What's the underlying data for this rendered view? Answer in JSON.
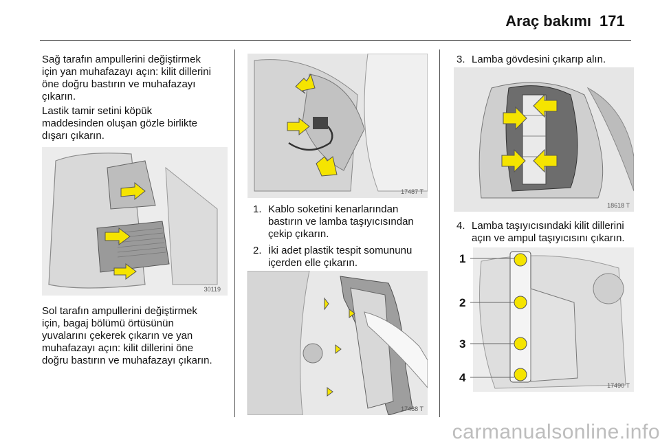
{
  "header": {
    "title": "Araç bakımı",
    "page_number": "171"
  },
  "col1": {
    "para1": [
      "Sağ tarafın ampullerini değiştirmek",
      "için yan muhafazayı açın: kilit dillerini",
      "öne doğru bastırın ve muhafazayı",
      "çıkarın."
    ],
    "para2": [
      "Lastik tamir setini köpük",
      "maddesinden oluşan gözle birlikte",
      "dışarı çıkarın."
    ],
    "figure_number": "30119",
    "para3": [
      "Sol tarafın ampullerini değiştirmek",
      "için, bagaj bölümü örtüsünün",
      "yuvalarını çekerek çıkarın ve yan",
      "muhafazayı açın: kilit dillerini öne",
      "doğru bastırın ve muhafazayı çıkarın."
    ]
  },
  "col2": {
    "figure1_number": "17487 T",
    "steps": [
      {
        "num": "1.",
        "lines": [
          "Kablo soketini kenarlarından",
          "bastırın ve lamba taşıyıcısından",
          "çekip çıkarın."
        ]
      },
      {
        "num": "2.",
        "lines": [
          "İki adet plastik tespit somununu",
          "içerden elle çıkarın."
        ]
      }
    ],
    "figure2_number": "17488 T"
  },
  "col3": {
    "steps": [
      {
        "num": "3.",
        "lines": [
          "Lamba gövdesini çıkarıp alın."
        ]
      },
      {
        "num": "4.",
        "lines": [
          "Lamba taşıyıcısındaki kilit dillerini",
          "açın ve ampul taşıyıcısını çıkarın."
        ]
      }
    ],
    "figure1_number": "18618 T",
    "figure2_number": "17490 T",
    "callouts": [
      "1",
      "2",
      "3",
      "4"
    ]
  },
  "watermark": "carmanualsonline.info",
  "colors": {
    "arrow_fill": "#f5e400",
    "arrow_stroke": "#555555",
    "figure_bg": "#e6e6e6"
  }
}
